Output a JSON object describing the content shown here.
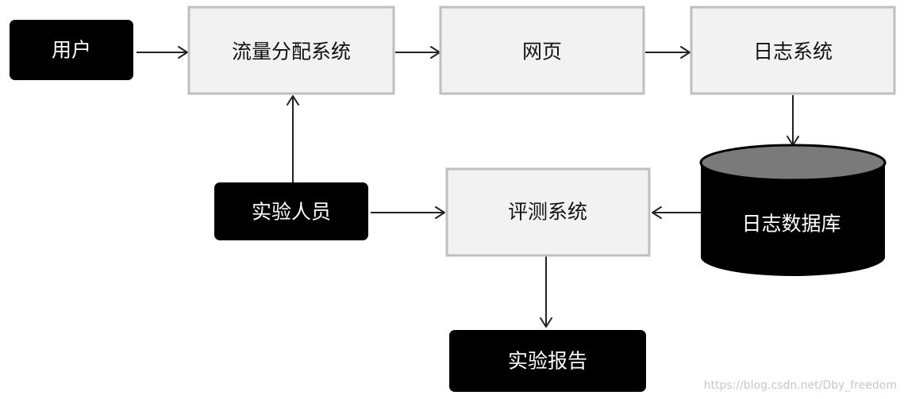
{
  "nodes": {
    "user": {
      "label": "用户",
      "style": "dark"
    },
    "traffic": {
      "label": "流量分配系统",
      "style": "light"
    },
    "webpage": {
      "label": "网页",
      "style": "light"
    },
    "logsys": {
      "label": "日志系统",
      "style": "light"
    },
    "logdb": {
      "label": "日志数据库",
      "style": "database"
    },
    "eval": {
      "label": "评测系统",
      "style": "light"
    },
    "experimenter": {
      "label": "实验人员",
      "style": "dark"
    },
    "report": {
      "label": "实验报告",
      "style": "dark"
    }
  },
  "edges": [
    {
      "from": "user",
      "to": "traffic"
    },
    {
      "from": "traffic",
      "to": "webpage"
    },
    {
      "from": "webpage",
      "to": "logsys"
    },
    {
      "from": "logsys",
      "to": "logdb"
    },
    {
      "from": "logdb",
      "to": "eval"
    },
    {
      "from": "experimenter",
      "to": "eval"
    },
    {
      "from": "experimenter",
      "to": "traffic"
    },
    {
      "from": "eval",
      "to": "report"
    }
  ],
  "watermark": "https://blog.csdn.net/Dby_freedom",
  "colors": {
    "light_fill": "#f2f2f2",
    "light_border": "#bfbfbf",
    "dark_fill": "#000000",
    "db_top": "#7a7a7a",
    "arrow": "#222222"
  }
}
